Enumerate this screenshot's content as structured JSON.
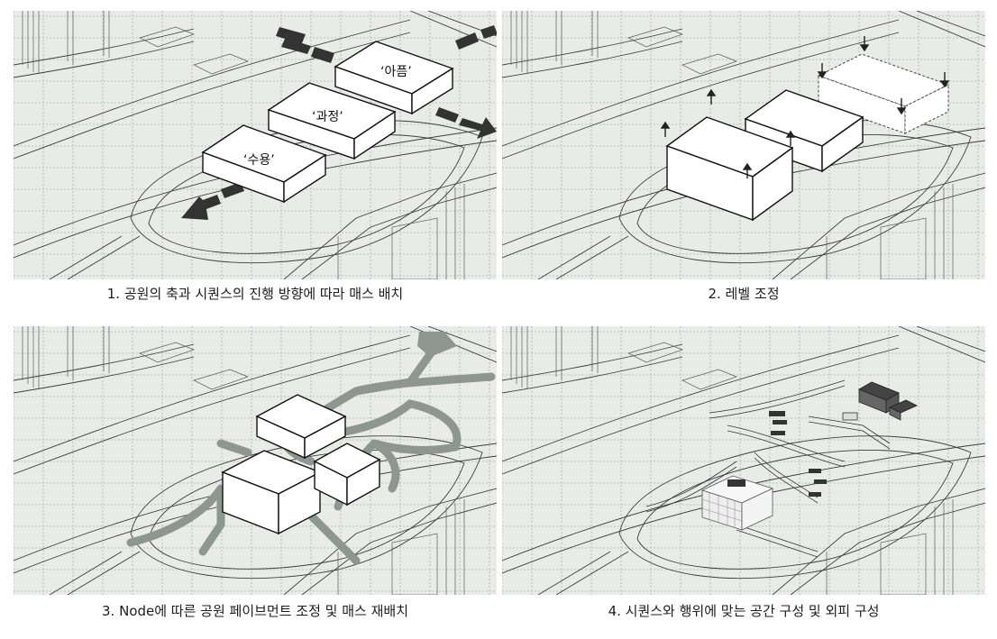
{
  "captions": {
    "p1": "1. 공원의 축과 시퀀스의 진행 방향에 따라 매스 배치",
    "p2": "2. 레벨 조정",
    "p3": "3. Node에 따른 공원 페이브먼트 조정 및 매스 재배치",
    "p4": "4. 시퀀스와 행위에 맞는 공간 구성 및 외피 구성"
  },
  "labels": {
    "mass_top": "‘아픔’",
    "mass_mid": "‘과정’",
    "mass_low": "‘수용’"
  }
}
